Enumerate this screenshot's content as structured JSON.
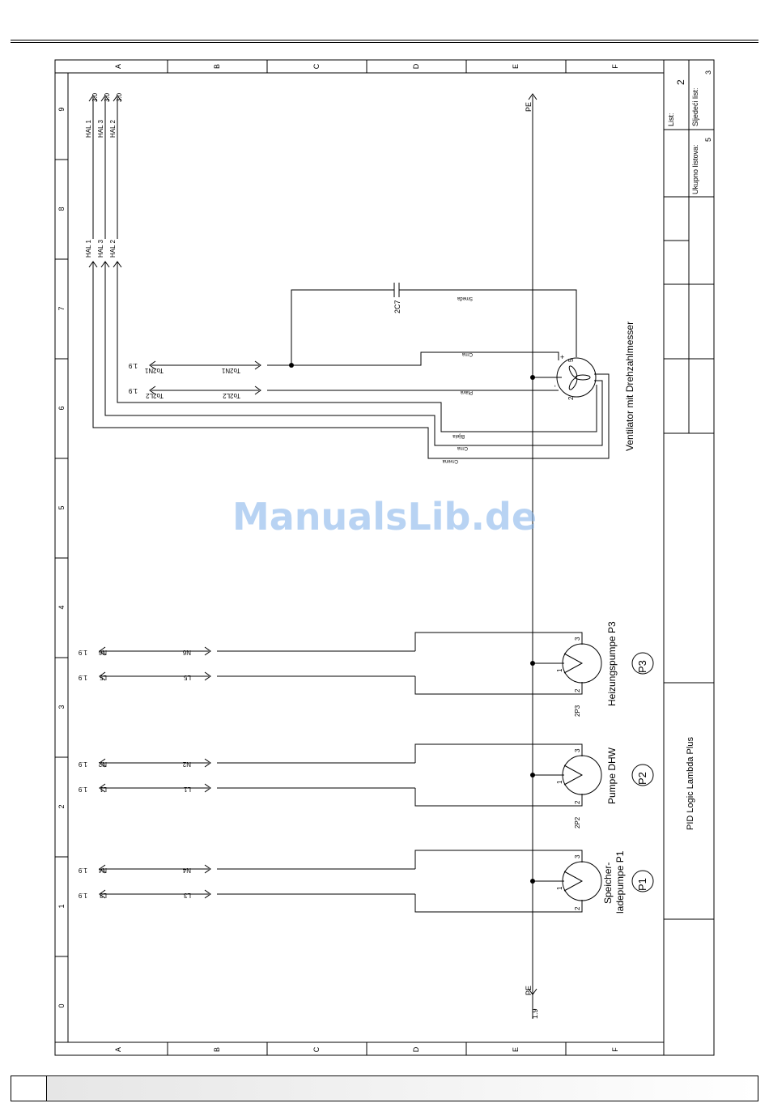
{
  "sheet": {
    "columns": [
      "A",
      "B",
      "C",
      "D",
      "E",
      "F"
    ],
    "rows": [
      "0",
      "1",
      "2",
      "3",
      "4",
      "5",
      "6",
      "7",
      "8",
      "9"
    ]
  },
  "title_block": {
    "list_label": "List:",
    "list_value": "2",
    "next_label": "Sljedeći list:",
    "next_value": "3",
    "total_label": "Ukupno listova:",
    "total_value": "5",
    "product": "PID Logic Lambda Plus"
  },
  "watermark": "ManualsLib.de",
  "pe": {
    "label": "PE",
    "ref": "1.9"
  },
  "hal": {
    "top": [
      {
        "label": "HAL 1",
        "ref": "3.0"
      },
      {
        "label": "HAL 3",
        "ref": "3.0"
      },
      {
        "label": "HAL 2",
        "ref": "3.0"
      }
    ],
    "mid": [
      "HAL 1",
      "HAL 3",
      "HAL 2"
    ]
  },
  "fan": {
    "title": "Ventilator mit Drehzahlmesser",
    "capacitor": "2C7",
    "pins": [
      "+",
      "5",
      "-",
      "2"
    ],
    "wires": [
      "Smeđa",
      "Crna",
      "Plava",
      "Bijela",
      "Crna",
      "Crvena"
    ],
    "signals": [
      {
        "name": "To2N1",
        "ref": "1.9"
      },
      {
        "name": "To2L2",
        "ref": "1.9"
      }
    ]
  },
  "pumps": [
    {
      "title_lines": [
        "Heizungspumpe P3"
      ],
      "badge": "P3",
      "code": "2P3",
      "pins": [
        "3",
        "1",
        "2"
      ],
      "signals": [
        {
          "name": "N6",
          "ref": "1.9"
        },
        {
          "name": "L5",
          "ref": "1.9"
        }
      ]
    },
    {
      "title_lines": [
        "Pumpe DHW"
      ],
      "badge": "P2",
      "code": "2P2",
      "pins": [
        "3",
        "1",
        "2"
      ],
      "signals": [
        {
          "name": "N2",
          "ref": "1.9"
        },
        {
          "name": "L1",
          "ref": "1.9"
        }
      ]
    },
    {
      "title_lines": [
        "Speicher-",
        "ladepumpe P1"
      ],
      "badge": "P1",
      "code": "",
      "pins": [
        "3",
        "1",
        "2"
      ],
      "signals": [
        {
          "name": "N4",
          "ref": "1.9"
        },
        {
          "name": "L3",
          "ref": "1.9"
        }
      ]
    }
  ]
}
